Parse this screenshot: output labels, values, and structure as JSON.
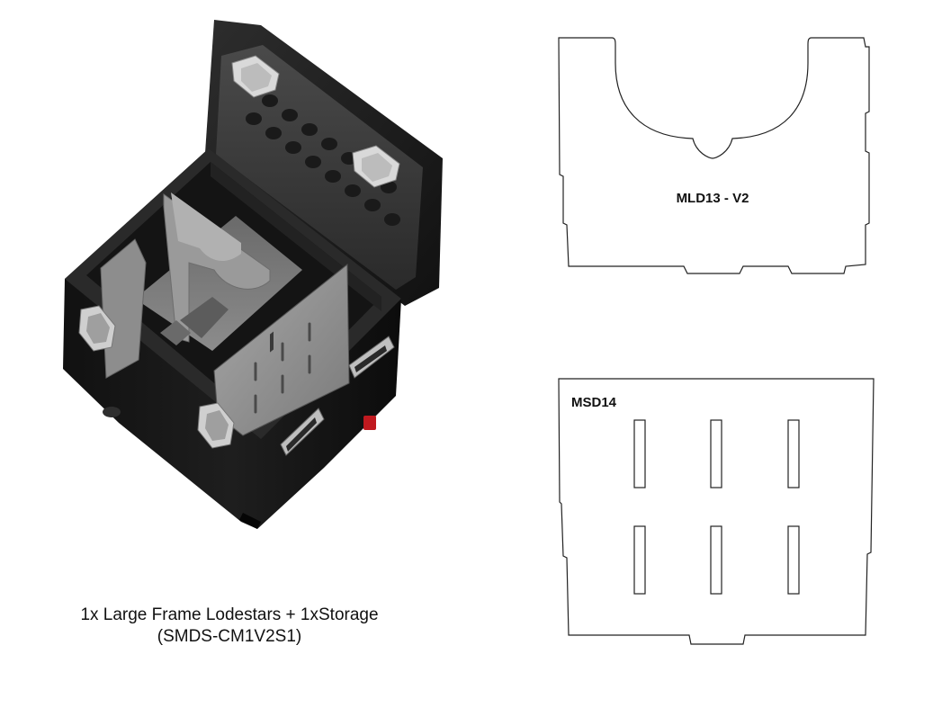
{
  "illustration": {
    "subject": "open-case-with-storage-dividers"
  },
  "drawings": {
    "top_part_label": "MLD13 - V2",
    "bottom_part_label": "MSD14"
  },
  "caption": {
    "line1": "1x Large Frame Lodestars + 1xStorage",
    "line2": "(SMDS-CM1V2S1)"
  },
  "colors": {
    "case_body": "#1b1b1b",
    "case_rim": "#2a2a2a",
    "divider_gray": "#8f8f8f",
    "floor_gray": "#7b7b7b",
    "lid_inner": "#3a3a3a",
    "latch": "#d9d9d9",
    "red_accent": "#c0191f"
  }
}
